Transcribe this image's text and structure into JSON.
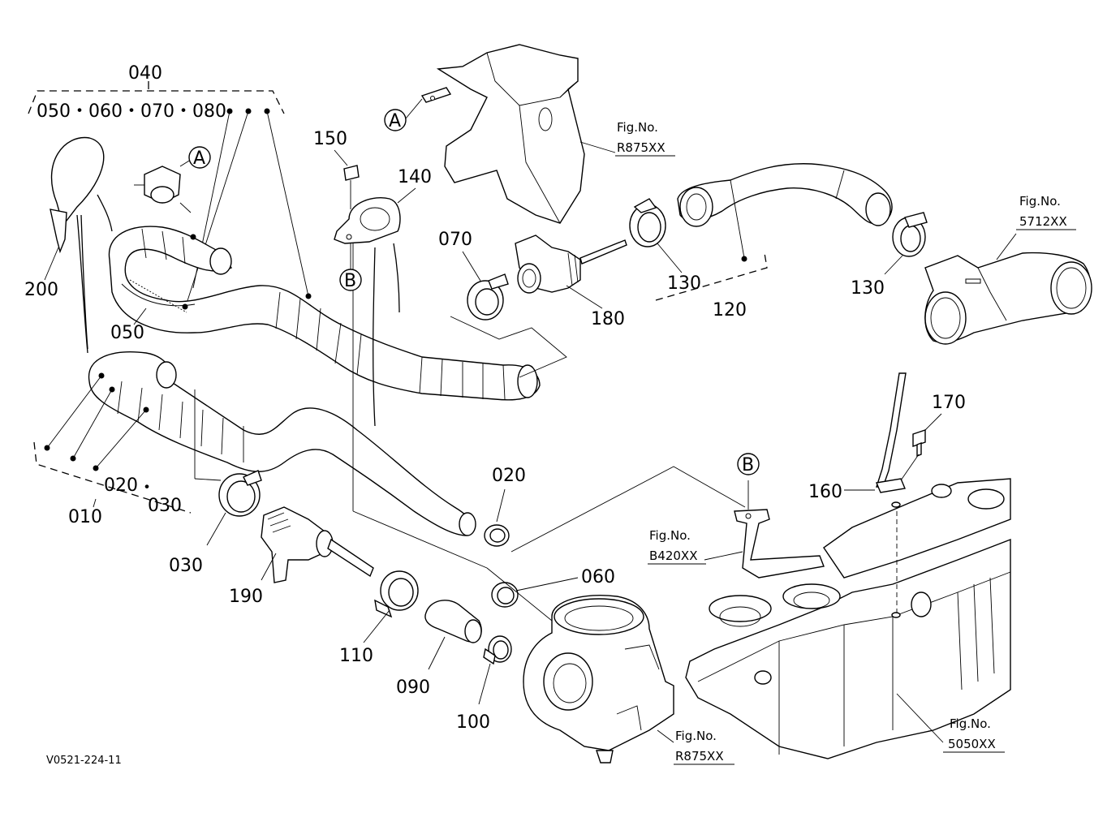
{
  "diagram_id": "V0521-224-11",
  "assembly_labels": {
    "a040": "040",
    "group_040": "050・060・070・080",
    "a010": "010",
    "a020_030": "020",
    "a030_sub": "030",
    "a120": "120"
  },
  "part_numbers": {
    "p010": "010",
    "p020": "020",
    "p030": "030",
    "p050": "050",
    "p060": "060",
    "p070": "070",
    "p090": "090",
    "p100": "100",
    "p110": "110",
    "p120": "120",
    "p130a": "130",
    "p130b": "130",
    "p140": "140",
    "p150": "150",
    "p160": "160",
    "p170": "170",
    "p180": "180",
    "p190": "190",
    "p200": "200"
  },
  "callouts": {
    "A1": "A",
    "A2": "A",
    "B1": "B",
    "B2": "B"
  },
  "figure_refs": {
    "fig_label": "Fig.No.",
    "r875_top": "R875XX",
    "r5712": "5712XX",
    "b420": "B420XX",
    "r875_bottom": "R875XX",
    "f5050": "5050XX"
  }
}
